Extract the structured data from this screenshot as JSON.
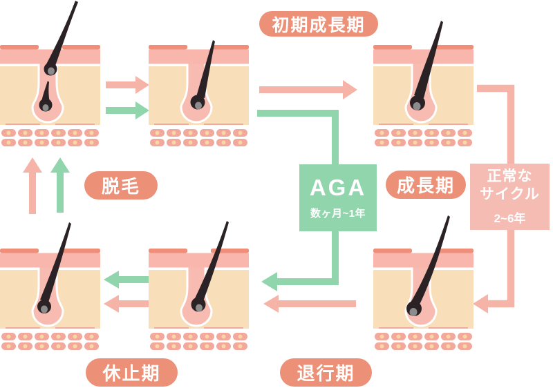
{
  "labels": {
    "early_growth": "初期成長期",
    "hair_loss": "脱毛",
    "growth": "成長期",
    "resting": "休止期",
    "regression": "退行期"
  },
  "aga_box": {
    "title": "AGA",
    "duration": "数ヶ月~1年"
  },
  "normal_cycle_box": {
    "title_line1": "正常な",
    "title_line2": "サイクル",
    "duration": "2~6年"
  },
  "colors": {
    "label_pill_bg": "#EC9177",
    "pink_arrow": "#F6B4A9",
    "green_arrow": "#91D5AC",
    "aga_box_bg": "#91D5AC",
    "normal_cycle_box_bg": "#F5BCB3",
    "skin_surface_strip": "#EF8F7A",
    "epidermis": "#F8B6AD",
    "dermis": "#F8DFBA",
    "follicle": "#F8BBB1",
    "fat_cell": "#F3A89C",
    "fat_cell_dot": "#F8D7A5",
    "hair": "#2A2224",
    "dermal_papilla": "#8C8C8C"
  },
  "icons": {
    "panels": [
      "skin-panel-shedding",
      "skin-panel-early-growth",
      "skin-panel-growth",
      "skin-panel-resting",
      "skin-panel-regression",
      "skin-panel-mature-growth"
    ]
  }
}
